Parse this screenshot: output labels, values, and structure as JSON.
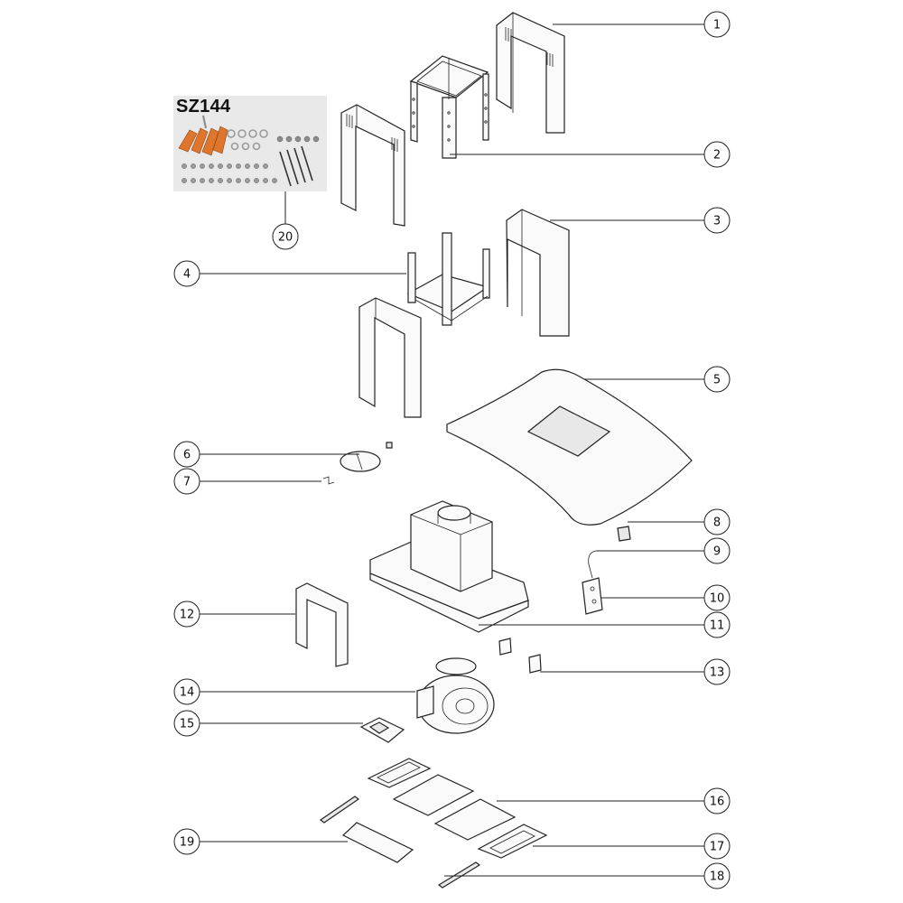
{
  "kit": {
    "title": "SZ144"
  },
  "callouts": [
    {
      "num": "1"
    },
    {
      "num": "2"
    },
    {
      "num": "3"
    },
    {
      "num": "4"
    },
    {
      "num": "5"
    },
    {
      "num": "6"
    },
    {
      "num": "7"
    },
    {
      "num": "8"
    },
    {
      "num": "9"
    },
    {
      "num": "10"
    },
    {
      "num": "11"
    },
    {
      "num": "12"
    },
    {
      "num": "13"
    },
    {
      "num": "14"
    },
    {
      "num": "15"
    },
    {
      "num": "16"
    },
    {
      "num": "17"
    },
    {
      "num": "18"
    },
    {
      "num": "19"
    },
    {
      "num": "20"
    }
  ],
  "colors": {
    "line": "#222222",
    "plug": "#e0752c",
    "photo_bg": "#e9e9ea",
    "metal": "#9a9a9a"
  }
}
